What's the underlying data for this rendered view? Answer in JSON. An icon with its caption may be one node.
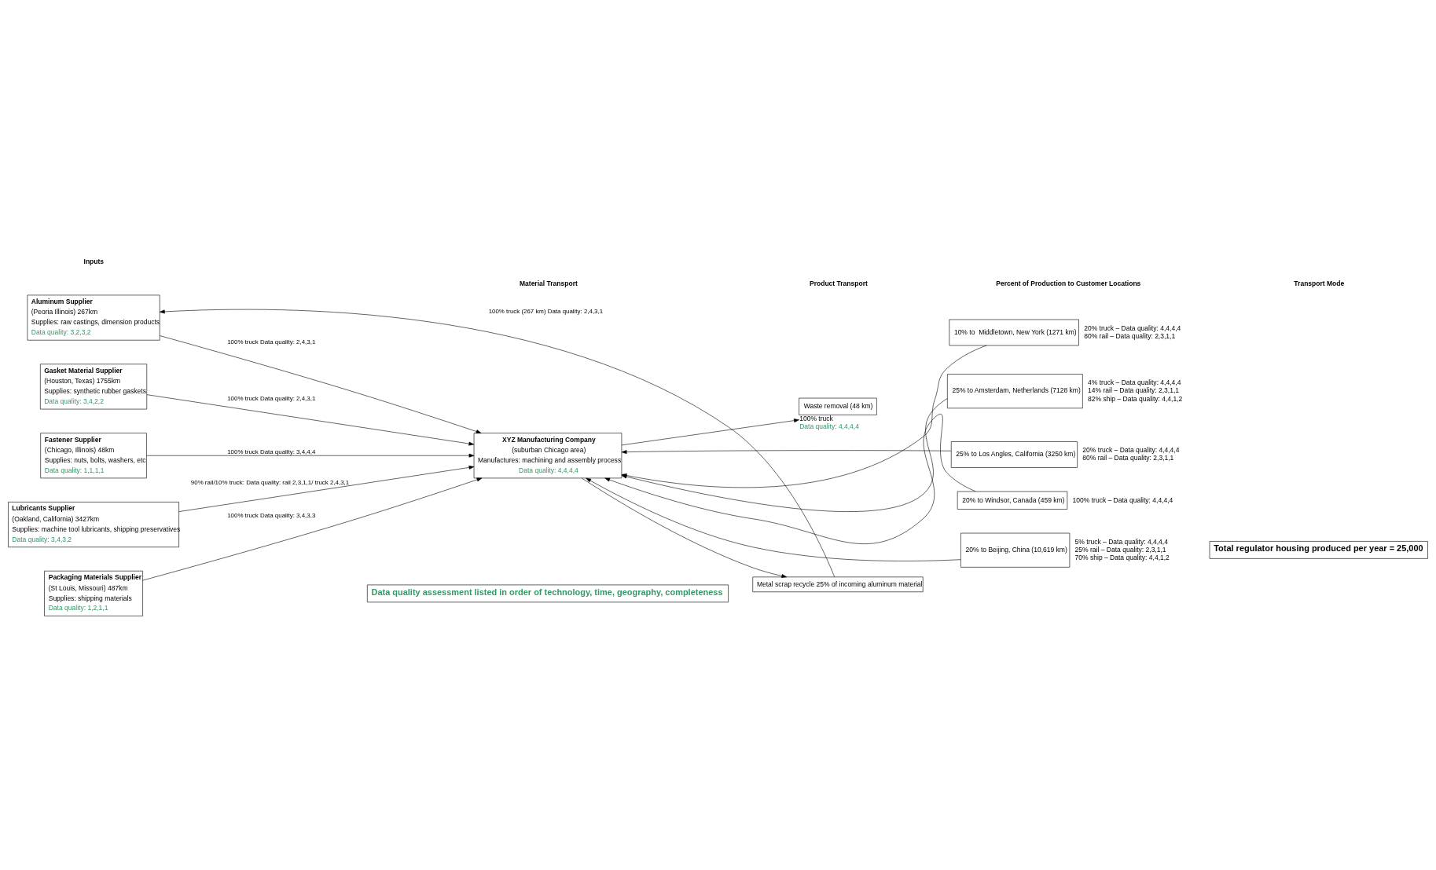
{
  "diagram": {
    "nodes": [
      {
        "text": [
          "Aluminum Supplier",
          "(Peoria Illinois) 267km",
          "Supplies: raw castings, dimension products",
          "Data quality: 3,2,3,2"
        ]
      },
      {
        "text": [
          "Gasket Material Supplier",
          "(Houston, Texas) 1755km",
          "Supplies: synthetic rubber gaskets",
          "Data quality: 3,4,2,2"
        ]
      },
      {
        "text": [
          "Fastener Supplier",
          "(Chicago, Illinois) 48km",
          "Supplies: nuts, bolts, washers, etc",
          "Data quality: 1,1,1,1"
        ]
      },
      {
        "text": [
          "Lubricants Supplier",
          "(Oakland, California) 3427km",
          "Supplies: machine tool lubricants, shipping preservatives",
          "Data quality: 3,4,3,2"
        ]
      },
      {
        "text": [
          "Packaging Materials Supplier",
          "(St Louis, Missouri) 487km",
          "Supplies: shipping materials",
          "Data quality: 1,2,1,1"
        ]
      },
      {
        "text": [
          "XYZ Manufacturing Company",
          "(suburban Chicago area)",
          "Manufactures: machining and assembly process",
          "Data quality: 4,4,4,4"
        ]
      },
      {
        "text": [
          "Metal scrap recycle 25% of incoming aluminum material"
        ]
      },
      {
        "text": [
          "Waste removal (48 km)"
        ],
        "beside": [
          "100% truck",
          "Data quality: 4,4,4,4"
        ]
      },
      {
        "text": [
          "10% to  Middletown, New York (1271 km)"
        ],
        "beside": [
          "20% truck – Data quality: 4,4,4,4",
          "80% rail – Data quality: 2,3,1,1"
        ]
      },
      {
        "text": [
          "25% to Amsterdam, Netherlands (7128 km)"
        ],
        "beside": [
          "4% truck – Data quality: 4,4,4,4",
          "14% rail – Data quality: 2,3,1,1",
          "82% ship – Data quality: 4,4,1,2"
        ]
      },
      {
        "text": [
          "25% to Los Angles, California (3250 km)"
        ],
        "beside": [
          "20% truck – Data quality: 4,4,4,4",
          "80% rail – Data quality: 2,3,1,1"
        ]
      },
      {
        "text": [
          "20% to Windsor, Canada (459 km)"
        ],
        "beside": [
          "100% truck – Data quality: 4,4,4,4"
        ]
      },
      {
        "text": [
          "20% to Beijing, China (10,619 km)"
        ],
        "beside": [
          "5% truck – Data quality: 4,4,4,4",
          "25% rail – Data quality: 2,3,1,1",
          "70% ship – Data quality: 4,4,1,2"
        ]
      },
      {
        "text": [
          "Total regulator housing produced per year = 25,000"
        ]
      },
      {
        "text": [
          "Data quality assessment listed in order of technology, time, geography, completeness"
        ]
      }
    ],
    "edges": [
      {
        "from": 0,
        "to": 5,
        "arrow": "to",
        "label": "100% truck Data quality: 2,4,3,1"
      },
      {
        "from": 1,
        "to": 5,
        "arrow": "to",
        "label": "100% truck Data quality: 2,4,3,1"
      },
      {
        "from": 2,
        "to": 5,
        "arrow": "to",
        "label": "100% truck Data quality: 3,4,4,4"
      },
      {
        "from": 3,
        "to": 5,
        "arrow": "to",
        "label": "90% rail/10% truck: Data quality: rail 2,3,1,1/ truck 2,4,3,1"
      },
      {
        "from": 4,
        "to": 5,
        "arrow": "to",
        "label": "100% truck Data quality: 3,4,3,3"
      },
      {
        "from": 5,
        "to": 6,
        "arrow": "to"
      },
      {
        "from": 6,
        "to": 0,
        "arrow": "to",
        "label": "100% truck (267 km) Data quality: 2,4,3,1"
      },
      {
        "from": 5,
        "to": 7,
        "arrow": "to"
      },
      {
        "from": 8,
        "to": 5,
        "arrow": "to"
      },
      {
        "from": 9,
        "to": 5,
        "arrow": "to"
      },
      {
        "from": 10,
        "to": 5,
        "arrow": "to"
      },
      {
        "from": 11,
        "to": 5,
        "arrow": "to"
      },
      {
        "from": 12,
        "to": 5,
        "arrow": "to"
      }
    ],
    "labels": [
      "Inputs",
      "Material Transport",
      "Product Transport",
      "Percent of Production to Customer Locations",
      "Transport Mode"
    ]
  }
}
